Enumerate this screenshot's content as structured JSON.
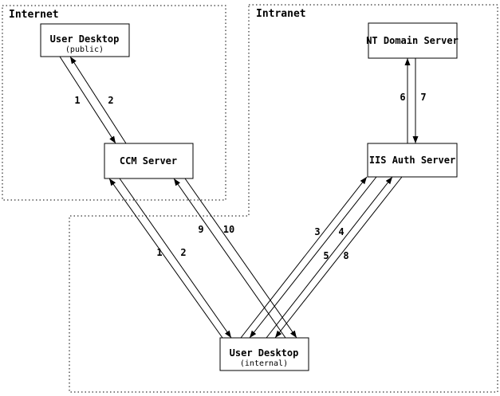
{
  "colors": {
    "foreground": "#000000",
    "background": "#ffffff"
  },
  "regions": {
    "internet": {
      "label": "Internet"
    },
    "intranet": {
      "label": "Intranet"
    }
  },
  "nodes": {
    "user_desktop_public": {
      "title": "User Desktop",
      "subtitle": "(public)"
    },
    "nt_domain_server": {
      "title": "NT Domain Server"
    },
    "ccm_server": {
      "title": "CCM Server"
    },
    "iis_auth_server": {
      "title": "IIS Auth Server"
    },
    "user_desktop_internal": {
      "title": "User Desktop",
      "subtitle": "(internal)"
    }
  },
  "edges": [
    {
      "label": "1",
      "from": "User Desktop (public)",
      "to": "CCM Server"
    },
    {
      "label": "2",
      "from": "CCM Server",
      "to": "User Desktop (public)"
    },
    {
      "label": "1",
      "from": "User Desktop (internal)",
      "to": "CCM Server"
    },
    {
      "label": "2",
      "from": "CCM Server",
      "to": "User Desktop (internal)"
    },
    {
      "label": "3",
      "from": "User Desktop (internal)",
      "to": "IIS Auth Server"
    },
    {
      "label": "4",
      "from": "IIS Auth Server",
      "to": "User Desktop (internal)"
    },
    {
      "label": "5",
      "from": "User Desktop (internal)",
      "to": "IIS Auth Server"
    },
    {
      "label": "6",
      "from": "IIS Auth Server",
      "to": "NT Domain Server"
    },
    {
      "label": "7",
      "from": "NT Domain Server",
      "to": "IIS Auth Server"
    },
    {
      "label": "8",
      "from": "IIS Auth Server",
      "to": "User Desktop (internal)"
    },
    {
      "label": "9",
      "from": "User Desktop (internal)",
      "to": "CCM Server"
    },
    {
      "label": "10",
      "from": "CCM Server",
      "to": "User Desktop (internal)"
    }
  ]
}
